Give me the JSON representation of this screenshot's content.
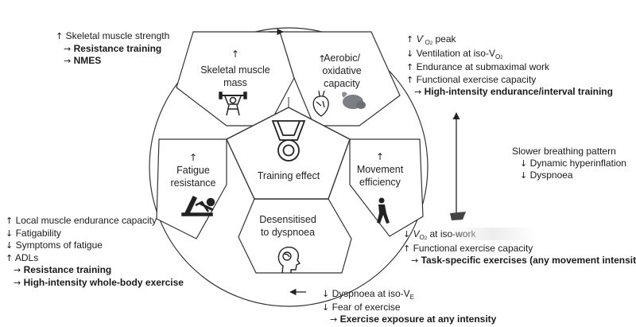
{
  "segments": {
    "center": "Training effect",
    "skeletal": {
      "arrow": "↑",
      "line1": "Skeletal muscle",
      "line2": "mass"
    },
    "aerobic": {
      "arrow": "↑",
      "line1": "Aerobic/",
      "line2": "oxidative",
      "line3": "capacity"
    },
    "movement": {
      "arrow": "↑",
      "line1": "Movement",
      "line2": "efficiency"
    },
    "desensitised": {
      "line1": "Desensitised",
      "line2": "to dyspnoea"
    },
    "fatigue": {
      "arrow": "↑",
      "line1": "Fatigue",
      "line2": "resistance"
    }
  },
  "notes": {
    "skeletal": {
      "l1": "Skeletal muscle strength",
      "l2": "Resistance training",
      "l3": "NMES"
    },
    "aerobic": {
      "l1a": "V",
      "l1b": "O",
      "l1c": "2",
      "l1d": " peak",
      "l2a": "Ventilation at iso-V",
      "l2b": "O",
      "l2c": "2",
      "l3": "Endurance at submaximal work",
      "l4": "Functional exercise capacity",
      "l5": "High-intensity endurance/interval training"
    },
    "breathing": {
      "l1": "Slower breathing pattern",
      "l2": "Dynamic hyperinflation",
      "l3": "Dyspnoea"
    },
    "movement": {
      "l1a": "V",
      "l1b": "O",
      "l1c": "2",
      "l1d": " at iso-work",
      "l2": "Functional exercise capacity",
      "l3": "Task-specific exercises (any movement intensity)"
    },
    "fatigue": {
      "l1": "Local muscle endurance capacity",
      "l2": "Fatigability",
      "l3": "Symptoms of fatigue",
      "l4": "ADLs",
      "l5": "Resistance training",
      "l6": "High-intensity whole-body exercise"
    },
    "dyspnoea": {
      "l1a": "Dyspnoea at iso-V",
      "l1b": "E",
      "l2": "Fear of exercise",
      "l3": "Exercise exposure at any intensity"
    }
  },
  "glyphs": {
    "up": "↑",
    "down": "↓",
    "to": "→"
  },
  "icons": [
    "medal-icon",
    "weightlifter-icon",
    "heart-icon",
    "lungs-icon",
    "walking-person-icon",
    "head-brain-icon",
    "cycling-person-icon"
  ]
}
